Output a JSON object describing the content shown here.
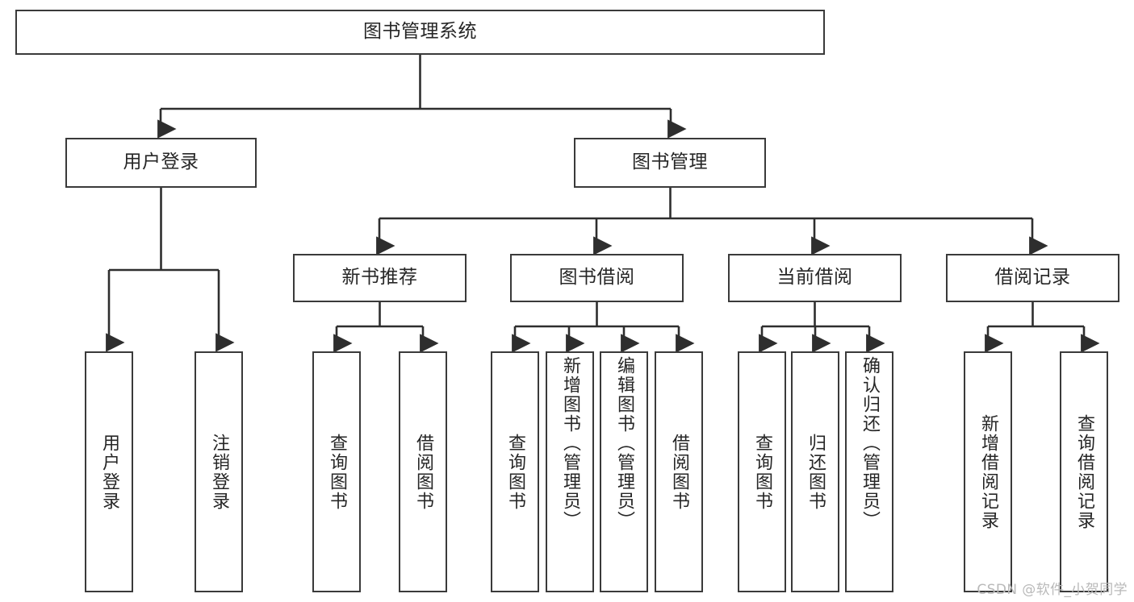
{
  "diagram": {
    "title": "图书管理系统",
    "type": "tree-hierarchy",
    "watermark": "CSDN @软件_小贺同学",
    "colors": {
      "background": "#ffffff",
      "box_border": "#3a3a3a",
      "connector": "#2e2e2e",
      "text": "#262626",
      "watermark": "#b9b9b9"
    },
    "root": {
      "label": "图书管理系统",
      "orientation": "horizontal"
    },
    "level2": [
      {
        "label": "用户登录",
        "orientation": "horizontal"
      },
      {
        "label": "图书管理",
        "orientation": "horizontal"
      }
    ],
    "level3": [
      {
        "label": "新书推荐",
        "orientation": "horizontal",
        "parent": "图书管理"
      },
      {
        "label": "图书借阅",
        "orientation": "horizontal",
        "parent": "图书管理"
      },
      {
        "label": "当前借阅",
        "orientation": "horizontal",
        "parent": "图书管理"
      },
      {
        "label": "借阅记录",
        "orientation": "horizontal",
        "parent": "图书管理"
      }
    ],
    "leaves": {
      "user_login": [
        {
          "label": "用户登录",
          "orientation": "vertical"
        },
        {
          "label": "注销登录",
          "orientation": "vertical"
        }
      ],
      "new_book_recommend": [
        {
          "label": "查询图书",
          "orientation": "vertical"
        },
        {
          "label": "借阅图书",
          "orientation": "vertical"
        }
      ],
      "book_borrow": [
        {
          "label": "查询图书",
          "orientation": "vertical"
        },
        {
          "label": "新增图书（管理员）",
          "orientation": "vertical"
        },
        {
          "label": "编辑图书（管理员）",
          "orientation": "vertical"
        },
        {
          "label": "借阅图书",
          "orientation": "vertical"
        }
      ],
      "current_borrow": [
        {
          "label": "查询图书",
          "orientation": "vertical"
        },
        {
          "label": "归还图书",
          "orientation": "vertical"
        },
        {
          "label": "确认归还（管理员）",
          "orientation": "vertical"
        }
      ],
      "borrow_record": [
        {
          "label": "新增借阅记录",
          "orientation": "vertical"
        },
        {
          "label": "查询借阅记录",
          "orientation": "vertical"
        }
      ]
    }
  }
}
